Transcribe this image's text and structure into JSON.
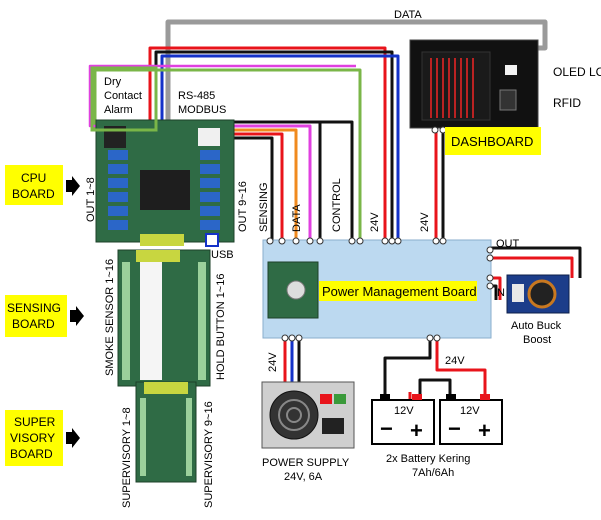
{
  "labels": {
    "data_top": "DATA",
    "oled": "OLED LCD",
    "rfid": "RFID",
    "dashboard": "DASHBOARD",
    "dry_contact": [
      "Dry",
      "Contact",
      "Alarm"
    ],
    "rs485": [
      "RS-485",
      "MODBUS"
    ],
    "cpu_board": [
      "CPU",
      "BOARD"
    ],
    "out_1_8": "OUT 1~8",
    "out_9_16": "OUT 9~16",
    "sensing": "SENSING",
    "data": "DATA",
    "control": "CONTROL",
    "v24_a": "24V",
    "v24_b": "24V",
    "v24_c": "24V",
    "v24_d": "24V",
    "out": "OUT",
    "in": "IN",
    "usb": "USB",
    "power_mgmt": "Power Management Board",
    "auto_buck": [
      "Auto Buck",
      "Boost"
    ],
    "sensing_board": [
      "SENSING",
      "BOARD"
    ],
    "smoke_sensor": "SMOKE SENSOR 1~16",
    "hold_button": "HOLD BUTTON 1~16",
    "supervisory_board": [
      "SUPER",
      "VISORY",
      "BOARD"
    ],
    "supervisory_1_8": "SUPERVISORY 1~8",
    "supervisory_9_16": "SUPERVISORY 9~16",
    "power_supply": [
      "POWER SUPPLY",
      "24V, 6A"
    ],
    "battery": [
      "2x Battery Kering",
      "7Ah/6Ah"
    ],
    "battery_voltage": "12V"
  },
  "colors": {
    "yellow": "#ffff00",
    "pmb": "#bcd9f0",
    "wire_red": "#e8141b",
    "wire_black": "#111111",
    "wire_blue": "#1432c8",
    "wire_pink": "#e040e0",
    "wire_orange": "#f08a1e",
    "wire_green": "#7ab648",
    "wire_gray": "#9a9a9a",
    "pcb_green": "#2f6b45"
  }
}
